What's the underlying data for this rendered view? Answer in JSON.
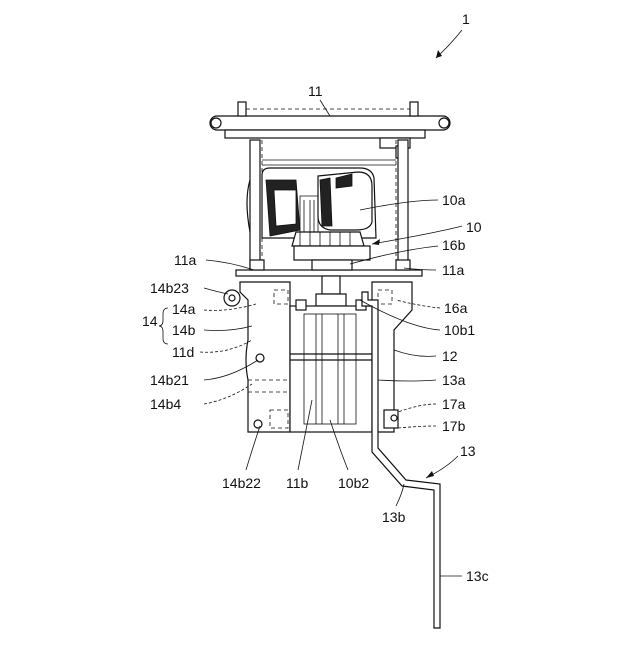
{
  "figure": {
    "labels": {
      "fig_ref": "1",
      "l11": "11",
      "l10a": "10a",
      "l10": "10",
      "l16b": "16b",
      "l11a_left": "11a",
      "l11a_right": "11a",
      "l14b23": "14b23",
      "l14": "14",
      "l14a": "14a",
      "l14b": "14b",
      "l16a": "16a",
      "l10b1": "10b1",
      "l11d": "11d",
      "l12": "12",
      "l14b21": "14b21",
      "l13a": "13a",
      "l14b4": "14b4",
      "l17a": "17a",
      "l17b": "17b",
      "l14b22": "14b22",
      "l11b": "11b",
      "l10b2": "10b2",
      "l13": "13",
      "l13b": "13b",
      "l13c": "13c"
    }
  }
}
